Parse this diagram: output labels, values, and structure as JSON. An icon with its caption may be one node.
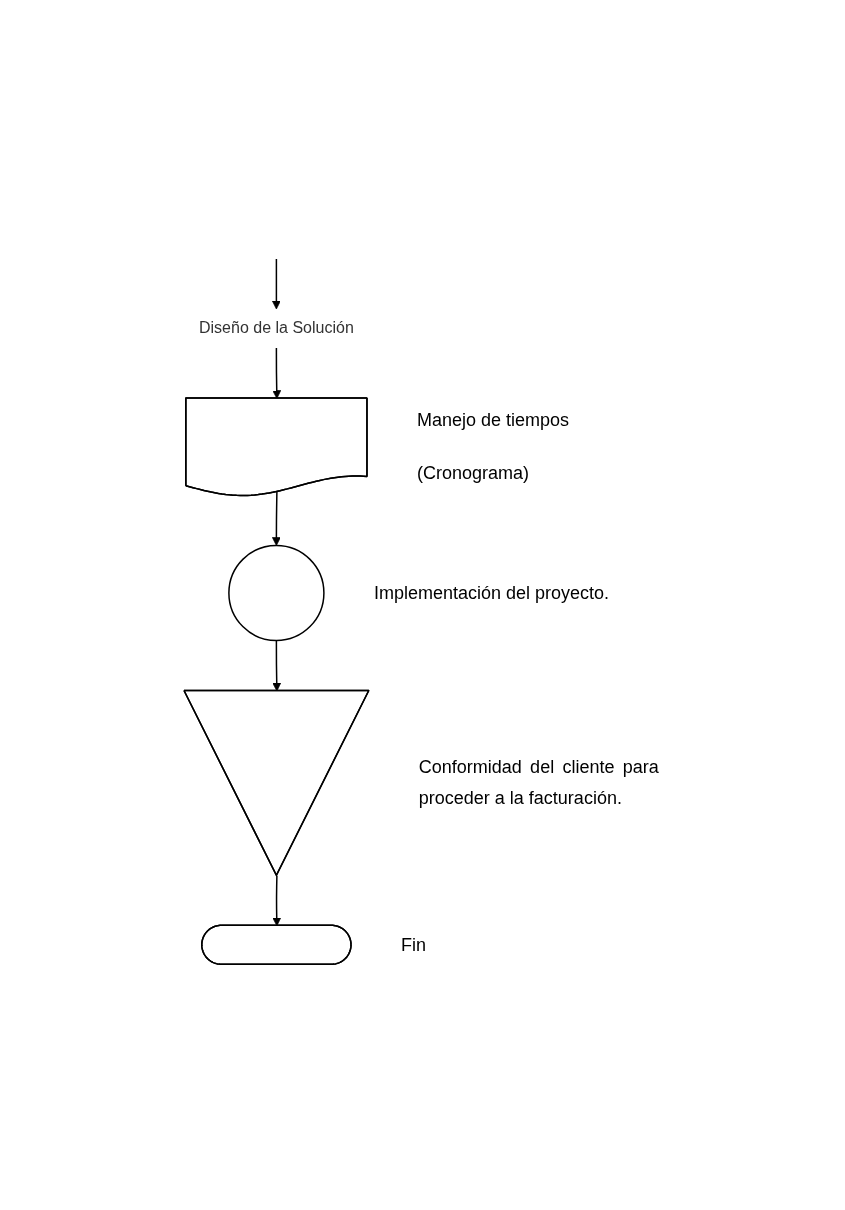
{
  "diagram": {
    "nodes": [
      {
        "text": [
          "Diseño de la Solución"
        ]
      },
      {
        "text": [],
        "shape": "document",
        "beside": [
          "Manejo de tiempos",
          "(Cronograma)"
        ]
      },
      {
        "text": [],
        "shape": "circle",
        "beside": [
          "Implementación del proyecto."
        ]
      },
      {
        "text": [],
        "shape": "triangle",
        "beside": [
          "Conformidad del cliente para proceder a la facturación."
        ]
      },
      {
        "text": [],
        "shape": "stadium",
        "beside": [
          "Fin"
        ]
      }
    ],
    "edges": [
      {
        "from": null,
        "to": 0,
        "arrow": "to"
      },
      {
        "from": 0,
        "to": 1,
        "arrow": "to"
      },
      {
        "from": 1,
        "to": 2,
        "arrow": "to"
      },
      {
        "from": 2,
        "to": 3,
        "arrow": "to"
      },
      {
        "from": 3,
        "to": 4,
        "arrow": "to"
      }
    ]
  }
}
